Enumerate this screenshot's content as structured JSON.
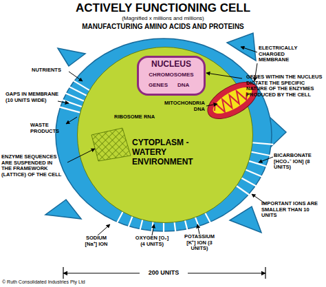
{
  "diagram": {
    "title": "ACTIVELY FUNCTIONING CELL",
    "nodes": [
      {
        "text": [
          "CYTOPLASM - WATERY ENVIRONMENT"
        ]
      },
      {
        "text": [
          "NUCLEUS",
          "CHROMOSOMES",
          "GENES",
          "DNA"
        ],
        "in": 0
      }
    ],
    "labels": [
      "(Magnified x millions and millions)",
      "MANUFACTURING AMINO ACIDS AND PROTEINS",
      "NUTRIENTS",
      "GAPS IN MEMBRANE (10 UNITS WIDE)",
      "WASTE PRODUCTS",
      "ENZYME SEQUENCES ARE SUSPENDED IN THE FRAMEWORK (LATTICE) OF THE CELL",
      "ELECTRICALLY CHARGED MEMBRANE",
      "GENES WITHIN THE NUCLEUS DICTATE THE SPECIFIC NATURE OF THE ENZYMES PRODUCED BY THE CELL",
      "MITOCHONDRIA DNA",
      "RIBOSOME RNA",
      "BICARBONATE [HCO₃⁻ ION] (8 UNITS)",
      "IMPORTANT IONS ARE SMALLER THAN 10 UNITS",
      "SODIUM [Na⁺] ION",
      "OXYGEN [O₂] (4 UNITS)",
      "POTASSIUM [K⁺] ION (3 UNITS)",
      "200 UNITS",
      "© Ruth Consolidated Industries Pty Ltd"
    ]
  }
}
